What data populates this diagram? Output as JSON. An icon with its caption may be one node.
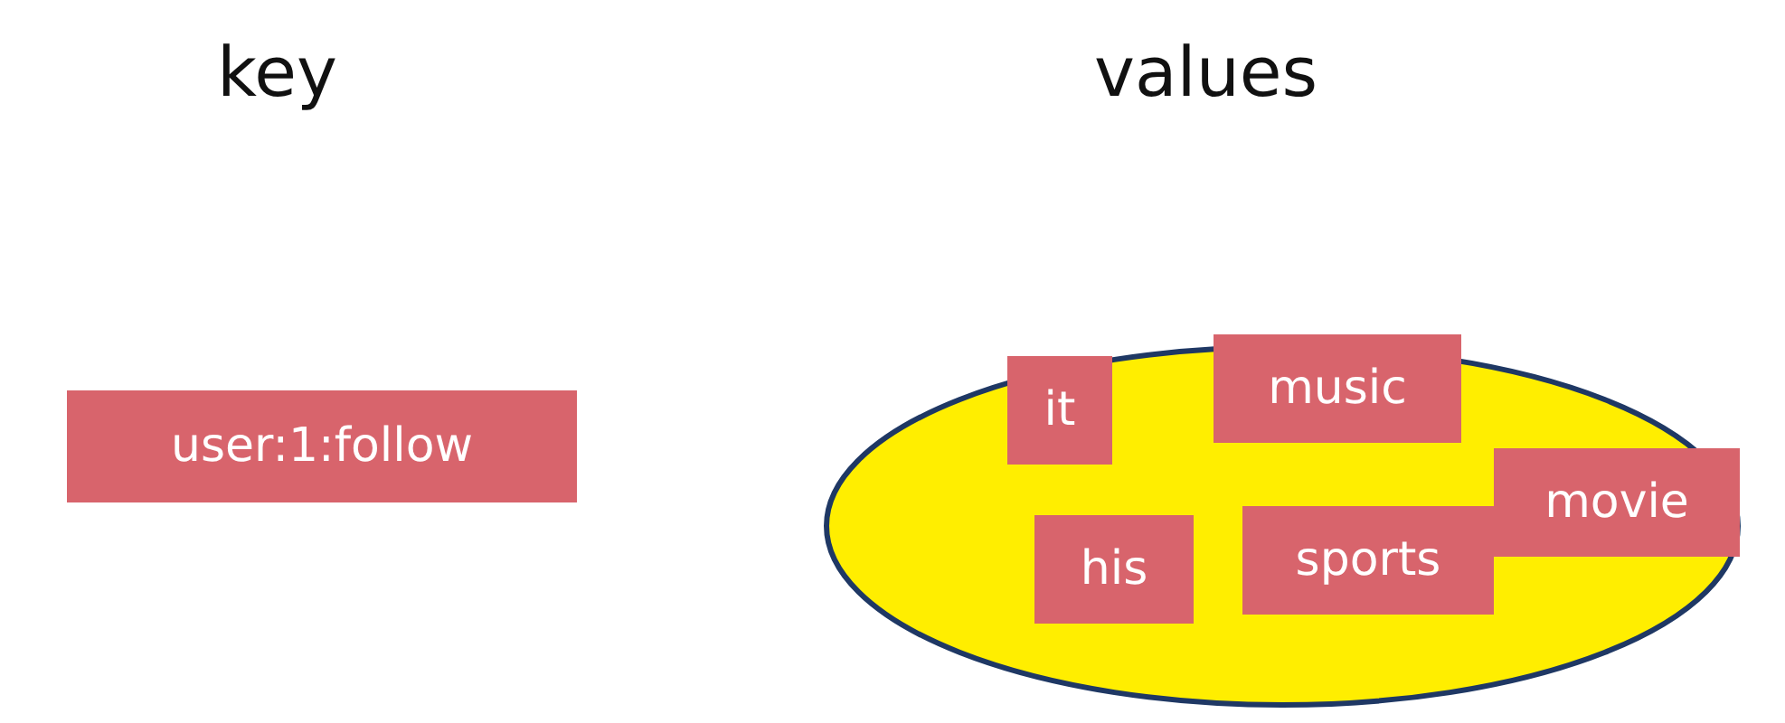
{
  "diagram": {
    "nodes": [
      {
        "text": [
          "user:1:follow"
        ]
      },
      {
        "text": [],
        "shape": "ellipse"
      },
      {
        "text": [
          "it"
        ],
        "in": 1
      },
      {
        "text": [
          "music"
        ],
        "in": 1
      },
      {
        "text": [
          "movie"
        ],
        "in": 1
      },
      {
        "text": [
          "his"
        ],
        "in": 1
      },
      {
        "text": [
          "sports"
        ],
        "in": 1
      }
    ],
    "edges": [],
    "labels": [
      "key",
      "values"
    ]
  }
}
